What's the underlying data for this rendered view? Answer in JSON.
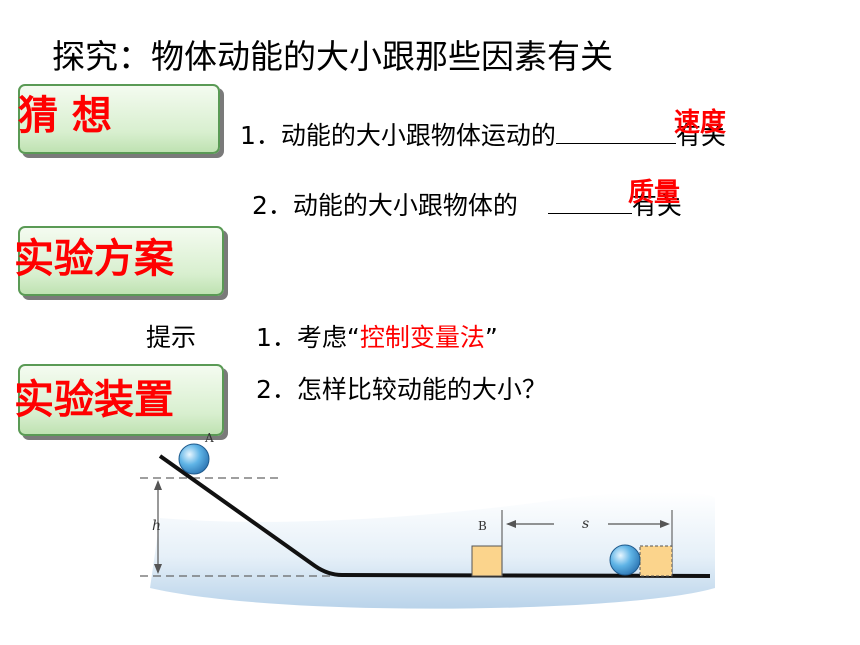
{
  "title": "探究：物体动能的大小跟那些因素有关",
  "sections": {
    "guess": "猜 想",
    "plan": "实验方案",
    "apparatus": "实验装置"
  },
  "hypotheses": {
    "h1_prefix": "1．动能的大小跟物体运动的",
    "h1_answer": "速度",
    "h1_suffix": "有关",
    "h2_prefix": "2．动能的大小跟物体的",
    "h2_answer": "质量",
    "h2_suffix": "有关"
  },
  "hints": {
    "label": "提示",
    "hint1_prefix": "1．考虑“",
    "hint1_keyword": "控制变量法",
    "hint1_suffix": "”",
    "hint2": "2．怎样比较动能的大小？"
  },
  "diagram": {
    "label_a": "A",
    "label_b": "B",
    "label_h": "h",
    "label_s": "s"
  }
}
